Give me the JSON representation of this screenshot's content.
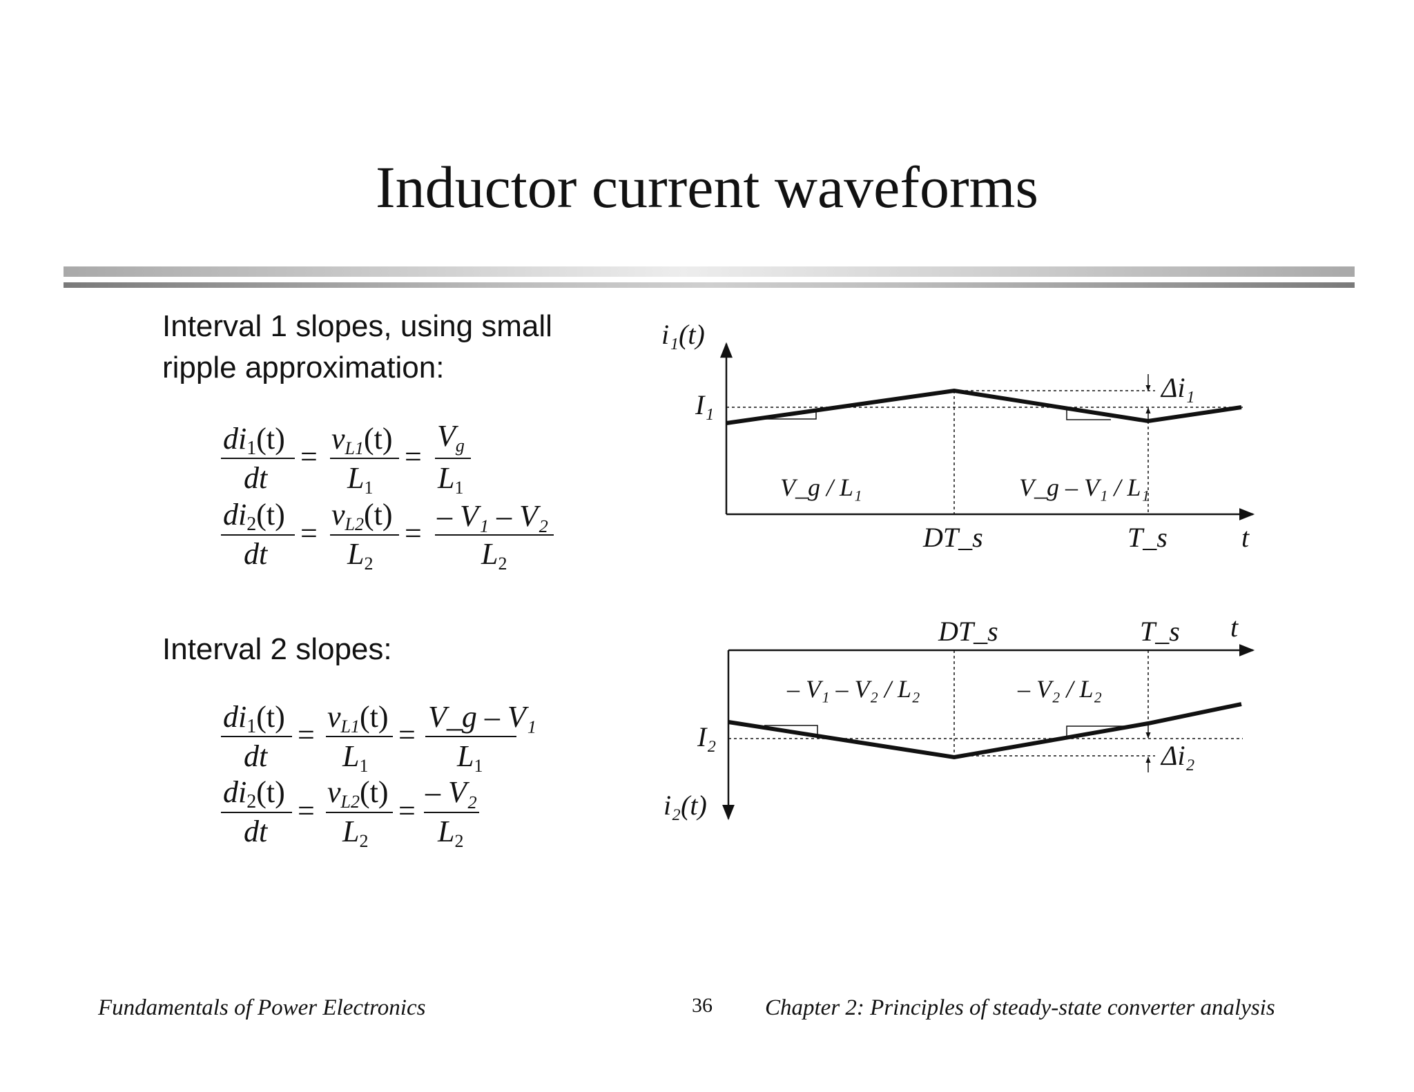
{
  "slide": {
    "title": "Inductor current waveforms",
    "interval1_heading": "Interval 1 slopes, using small ripple approximation:",
    "interval2_heading": "Interval 2 slopes:"
  },
  "equations": {
    "eq1": {
      "lhs_num": "di",
      "lhs_sub": "1",
      "lhs_arg": "(t)",
      "lhs_den": "dt",
      "mid_num": "v",
      "mid_sub": "L1",
      "mid_arg": "(t)",
      "mid_den": "L",
      "mid_den_sub": "1",
      "rhs_num": "V",
      "rhs_num_sub": "g",
      "rhs_den": "L",
      "rhs_den_sub": "1"
    },
    "eq2": {
      "lhs_num": "di",
      "lhs_sub": "2",
      "lhs_arg": "(t)",
      "lhs_den": "dt",
      "mid_num": "v",
      "mid_sub": "L2",
      "mid_arg": "(t)",
      "mid_den": "L",
      "mid_den_sub": "2",
      "rhs_num": "– V₁ – V₂",
      "rhs_den": "L",
      "rhs_den_sub": "2"
    },
    "eq3": {
      "lhs_num": "di",
      "lhs_sub": "1",
      "lhs_arg": "(t)",
      "lhs_den": "dt",
      "mid_num": "v",
      "mid_sub": "L1",
      "mid_arg": "(t)",
      "mid_den": "L",
      "mid_den_sub": "1",
      "rhs_num": "V_g – V₁",
      "rhs_den": "L",
      "rhs_den_sub": "1"
    },
    "eq4": {
      "lhs_num": "di",
      "lhs_sub": "2",
      "lhs_arg": "(t)",
      "lhs_den": "dt",
      "mid_num": "v",
      "mid_sub": "L2",
      "mid_arg": "(t)",
      "mid_den": "L",
      "mid_den_sub": "2",
      "rhs_num": "– V₂",
      "rhs_den": "L",
      "rhs_den_sub": "2"
    },
    "equals": "="
  },
  "waveform_top": {
    "y_axis_label": "i₁(t)",
    "dc_level": "I₁",
    "ripple_label": "Δi₁",
    "x_tick_1": "DT_s",
    "x_tick_2": "T_s",
    "x_axis_label": "t",
    "slope_1": "V_g / L₁",
    "slope_2": "V_g – V₁ / L₁"
  },
  "waveform_bottom": {
    "y_axis_label": "i₂(t)",
    "dc_level": "I₂",
    "ripple_label": "Δi₂",
    "x_tick_1": "DT_s",
    "x_tick_2": "T_s",
    "x_axis_label": "t",
    "slope_1": "– V₁ – V₂ / L₂",
    "slope_2": "– V₂ / L₂"
  },
  "footer": {
    "left": "Fundamentals of Power Electronics",
    "page_number": "36",
    "right": "Chapter 2: Principles of steady-state converter analysis"
  },
  "colors": {
    "ink": "#111111",
    "background": "#ffffff"
  }
}
